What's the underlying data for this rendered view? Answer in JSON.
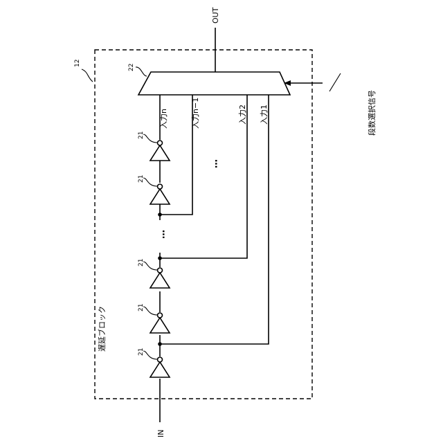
{
  "labels": {
    "out": "OUT",
    "in": "IN",
    "block_ref": "12",
    "mux_ref": "22",
    "stage_select": "段数選択信号",
    "delay_block": "遅延ブロック"
  },
  "inputs": {
    "n": "入力n",
    "n_minus_1": "入力n−1",
    "two": "入力2",
    "one": "入力1"
  },
  "inverters": [
    {
      "ref": "21"
    },
    {
      "ref": "21"
    },
    {
      "ref": "21"
    },
    {
      "ref": "21"
    },
    {
      "ref": "21"
    }
  ],
  "ellipses": {
    "chain": "…",
    "inputs": "…"
  }
}
